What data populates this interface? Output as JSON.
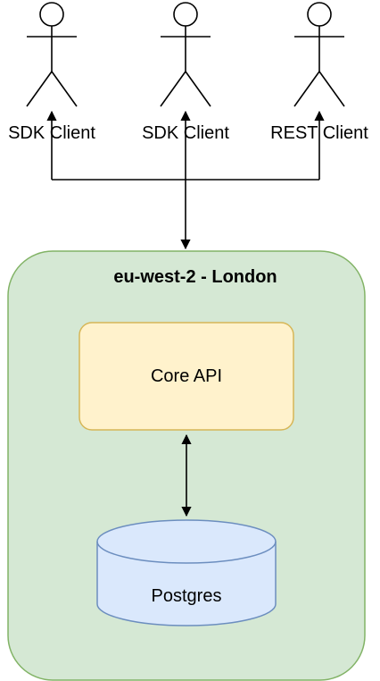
{
  "actors": [
    {
      "label": "SDK Client",
      "icon": "person-icon"
    },
    {
      "label": "SDK Client",
      "icon": "person-icon"
    },
    {
      "label": "REST Client",
      "icon": "person-icon"
    }
  ],
  "region": {
    "title": "eu-west-2 - London",
    "fill": "#d5e8d4",
    "stroke": "#82b366"
  },
  "core_api": {
    "label": "Core API",
    "fill": "#fff2cc",
    "stroke": "#d6b656"
  },
  "database": {
    "label": "Postgres",
    "fill": "#dae8fc",
    "stroke": "#6c8ebf"
  }
}
